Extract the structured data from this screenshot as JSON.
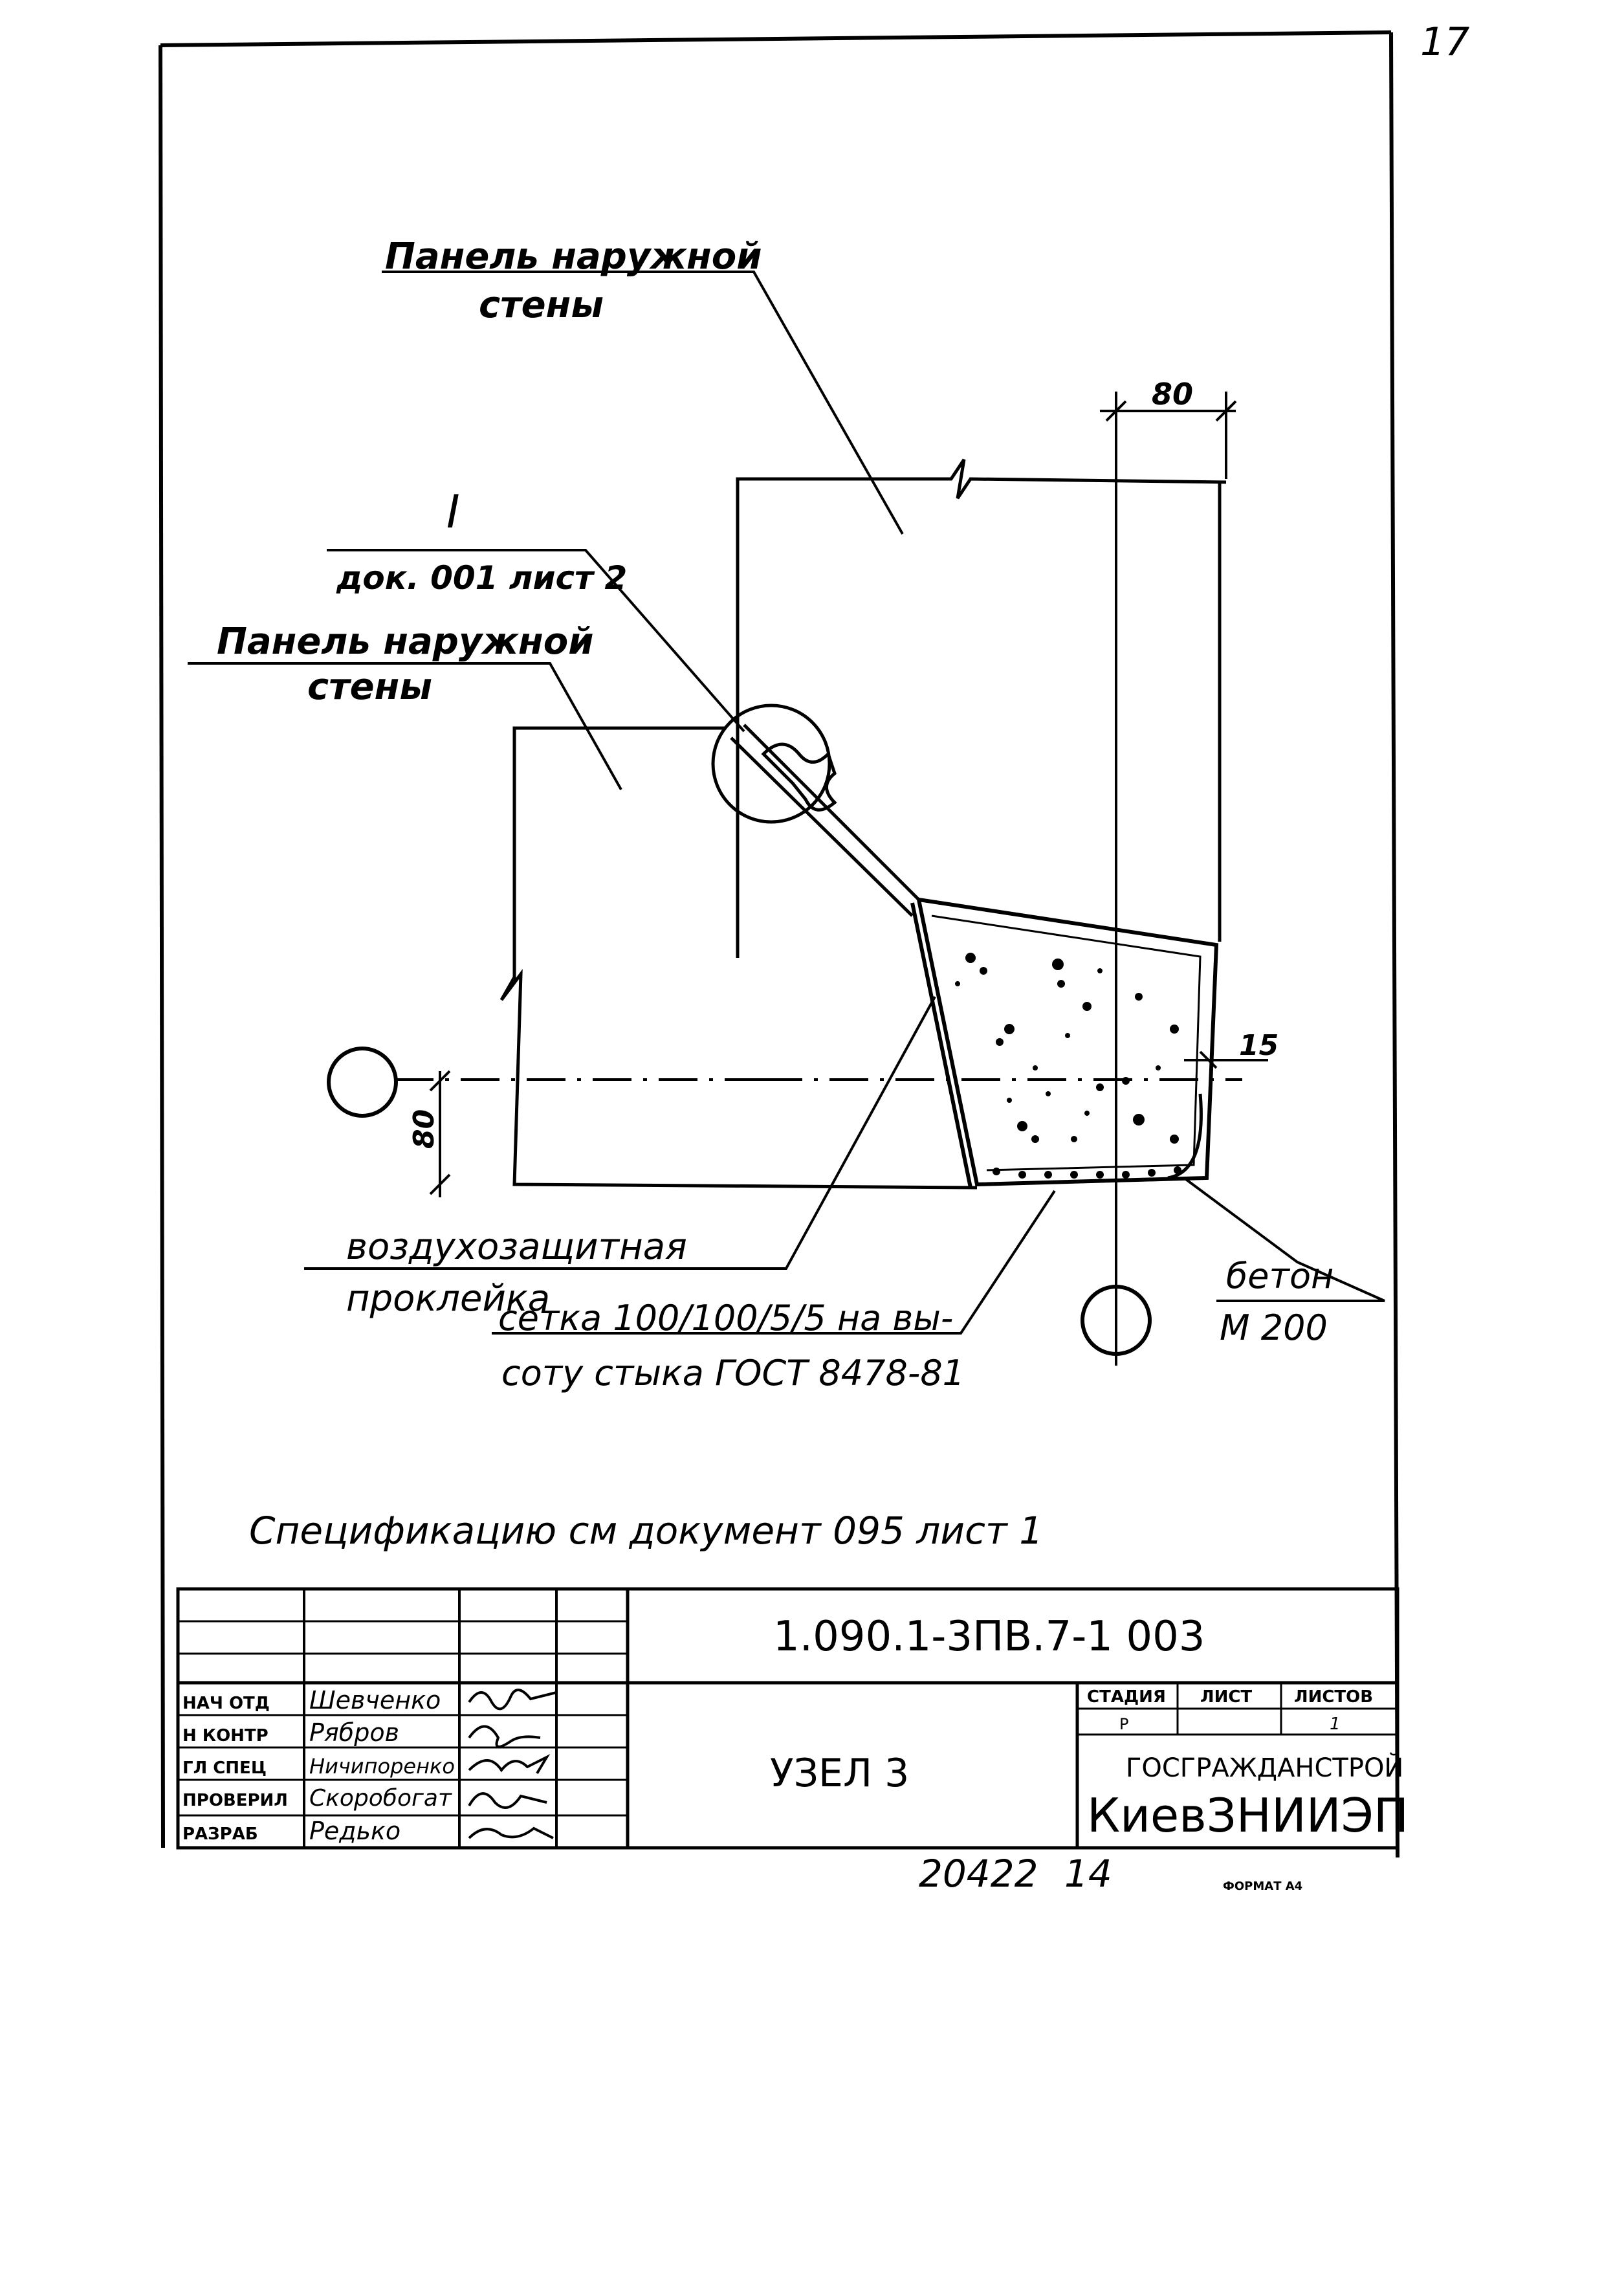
{
  "page_number": "17",
  "drawing": {
    "label_panel_top_line1": "Панель наружной",
    "label_panel_top_line2": "стены",
    "label_ref_numeral": "I",
    "label_ref_doc": "док. 001 лист 2",
    "label_panel_left_line1": "Панель наружной",
    "label_panel_left_line2": "стены",
    "dim_top": "80",
    "dim_left": "80",
    "dim_right": "15",
    "label_airproof_line1": "воздухозащитная",
    "label_airproof_line2": "проклейка",
    "label_mesh_line1": "сетка 100/100/5/5 на вы-",
    "label_mesh_line2": "соту стыка ГОСТ 8478-81",
    "label_concrete_line1": "бетон",
    "label_concrete_line2": "М 200",
    "spec_note": "Спецификацию см документ 095 лист 1"
  },
  "title_block": {
    "doc_code": "1.090.1-3ПВ.7-1 003",
    "title": "УЗЕЛ 3",
    "stage_header": "СТАДИЯ",
    "sheet_header": "ЛИСТ",
    "sheets_header": "ЛИСТОВ",
    "stage_value": "Р",
    "sheets_value": "1",
    "org_line1": "ГОСГРАЖДАНСТРОЙ",
    "org_line2": "КиевЗНИИЭП",
    "roles": [
      {
        "role": "НАЧ ОТД",
        "name": "Шевченко"
      },
      {
        "role": "Н КОНТР",
        "name": "Рябров"
      },
      {
        "role": "ГЛ СПЕЦ",
        "name": "Ничипоренко"
      },
      {
        "role": "ПРОВЕРИЛ",
        "name": "Скоробогат"
      },
      {
        "role": "РАЗРАБ",
        "name": "Редько"
      }
    ]
  },
  "footer": {
    "inventory_number": "20422",
    "sheet_index": "14",
    "format": "ФОРМАТ А4"
  }
}
